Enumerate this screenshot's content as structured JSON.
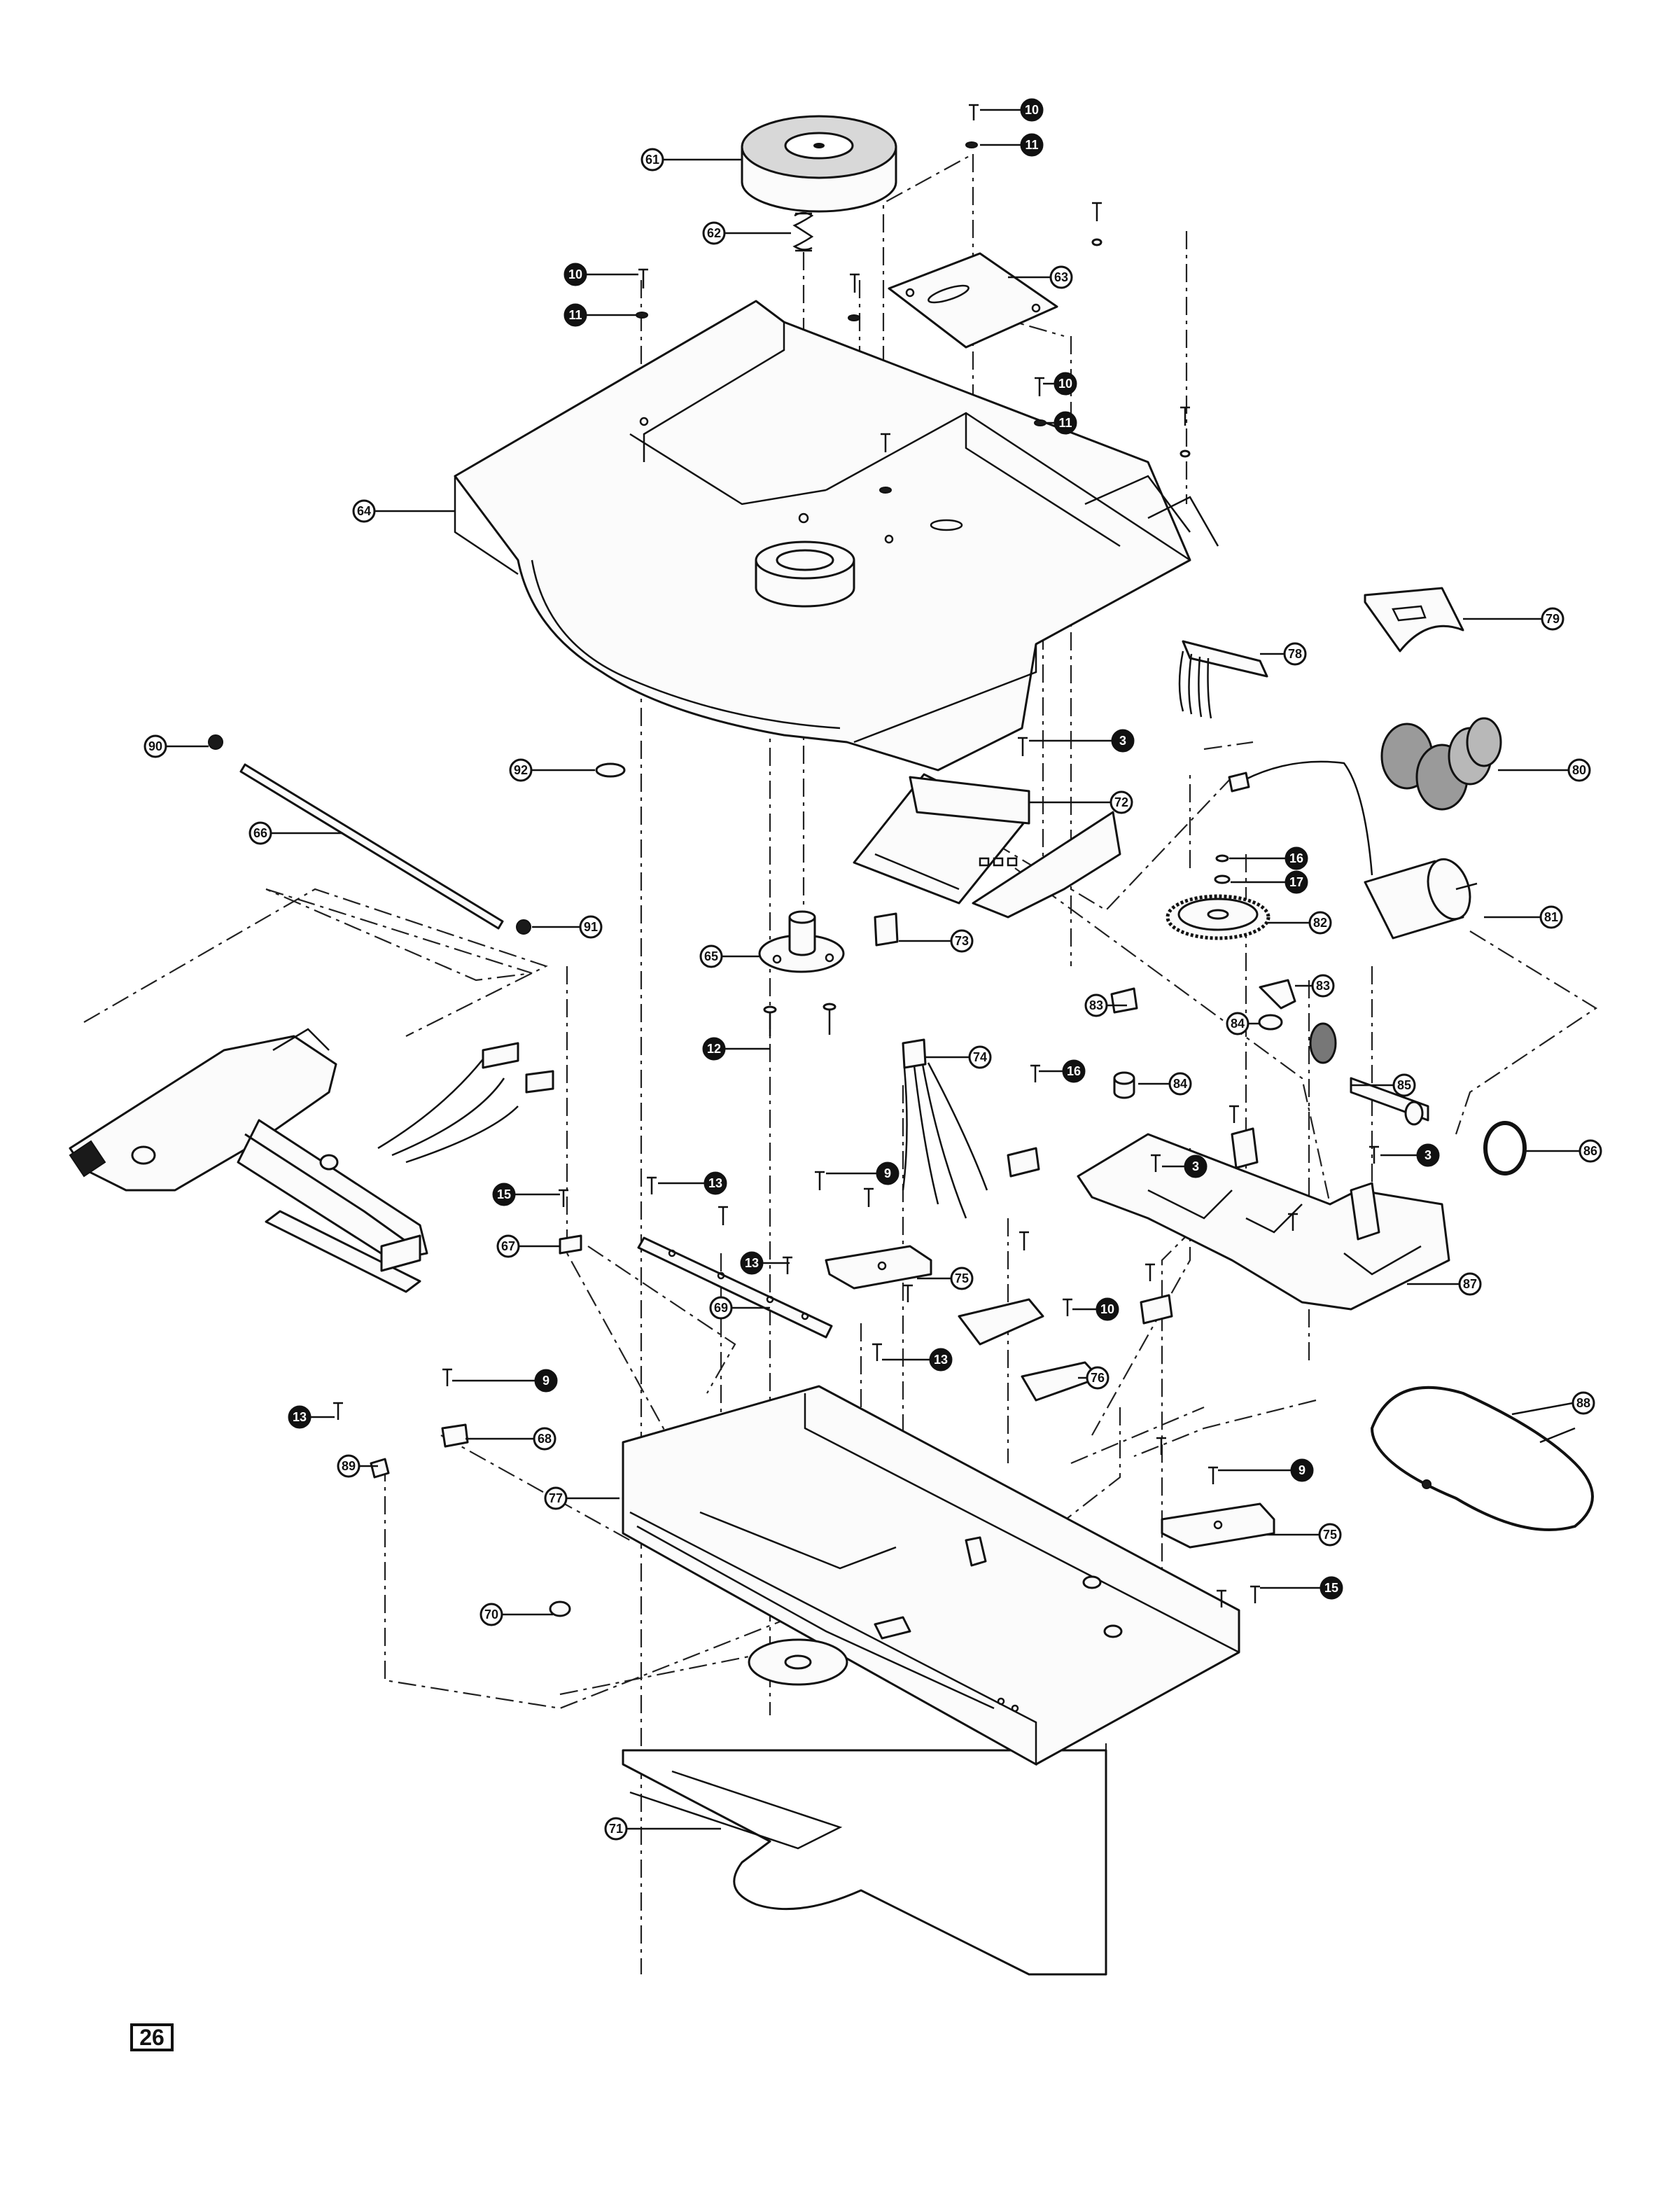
{
  "page_number": "26",
  "callouts": [
    {
      "id": "61",
      "filled": false
    },
    {
      "id": "62",
      "filled": false
    },
    {
      "id": "63",
      "filled": false
    },
    {
      "id": "64",
      "filled": false
    },
    {
      "id": "65",
      "filled": false
    },
    {
      "id": "66",
      "filled": false
    },
    {
      "id": "67",
      "filled": false
    },
    {
      "id": "68",
      "filled": false
    },
    {
      "id": "69",
      "filled": false
    },
    {
      "id": "70",
      "filled": false
    },
    {
      "id": "71",
      "filled": false
    },
    {
      "id": "72",
      "filled": false
    },
    {
      "id": "73",
      "filled": false
    },
    {
      "id": "74",
      "filled": false
    },
    {
      "id": "75",
      "filled": false
    },
    {
      "id": "75",
      "filled": false
    },
    {
      "id": "76",
      "filled": false
    },
    {
      "id": "77",
      "filled": false
    },
    {
      "id": "78",
      "filled": false
    },
    {
      "id": "79",
      "filled": false
    },
    {
      "id": "80",
      "filled": false
    },
    {
      "id": "81",
      "filled": false
    },
    {
      "id": "82",
      "filled": false
    },
    {
      "id": "83",
      "filled": false
    },
    {
      "id": "83",
      "filled": false
    },
    {
      "id": "84",
      "filled": false
    },
    {
      "id": "84",
      "filled": false
    },
    {
      "id": "85",
      "filled": false
    },
    {
      "id": "86",
      "filled": false
    },
    {
      "id": "87",
      "filled": false
    },
    {
      "id": "88",
      "filled": false
    },
    {
      "id": "89",
      "filled": false
    },
    {
      "id": "90",
      "filled": false
    },
    {
      "id": "91",
      "filled": false
    },
    {
      "id": "92",
      "filled": false
    },
    {
      "id": "10",
      "filled": true
    },
    {
      "id": "11",
      "filled": true
    },
    {
      "id": "10",
      "filled": true
    },
    {
      "id": "11",
      "filled": true
    },
    {
      "id": "10",
      "filled": true
    },
    {
      "id": "11",
      "filled": true
    },
    {
      "id": "3",
      "filled": true
    },
    {
      "id": "16",
      "filled": true
    },
    {
      "id": "17",
      "filled": true
    },
    {
      "id": "12",
      "filled": true
    },
    {
      "id": "16",
      "filled": true
    },
    {
      "id": "3",
      "filled": true
    },
    {
      "id": "3",
      "filled": true
    },
    {
      "id": "15",
      "filled": true
    },
    {
      "id": "13",
      "filled": true
    },
    {
      "id": "9",
      "filled": true
    },
    {
      "id": "13",
      "filled": true
    },
    {
      "id": "13",
      "filled": true
    },
    {
      "id": "9",
      "filled": true
    },
    {
      "id": "13",
      "filled": true
    },
    {
      "id": "10",
      "filled": true
    },
    {
      "id": "9",
      "filled": true
    },
    {
      "id": "15",
      "filled": true
    }
  ]
}
